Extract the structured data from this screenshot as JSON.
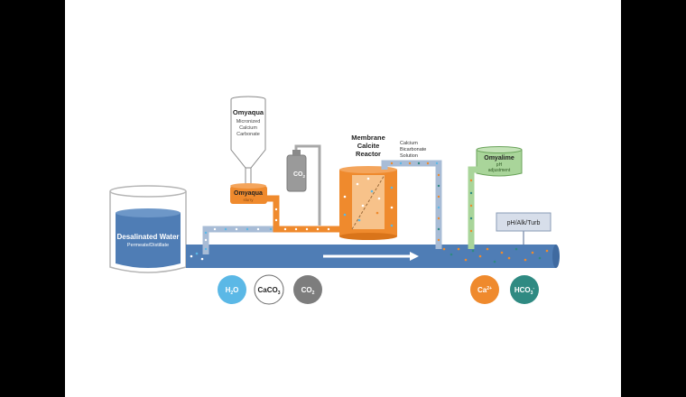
{
  "tank": {
    "title": "Desalinated Water",
    "subtitle": "Permeate/Distillate"
  },
  "silo": {
    "title": "Omyaqua",
    "desc": [
      "Micronized",
      "Calcium",
      "Carbonate"
    ]
  },
  "mixer": {
    "title": "Omyaqua",
    "subtitle": "slurry"
  },
  "co2_cylinder": {
    "label_main": "CO",
    "label_sub": "2"
  },
  "reactor": {
    "title": [
      "Membrane",
      "Calcite",
      "Reactor"
    ]
  },
  "solution": {
    "label": [
      "Calcium",
      "Bicarbonate",
      "Solution"
    ]
  },
  "omyalime": {
    "title": "Omyalime",
    "desc": [
      "pH",
      "adjustment"
    ]
  },
  "analyzer": {
    "label": "pH/Alk/Turb"
  },
  "legend": [
    {
      "main": "H",
      "sub": "2",
      "tail": "O",
      "sup": "",
      "color": "#5bb8e6",
      "text_color": "#ffffff"
    },
    {
      "main": "CaCO",
      "sub": "3",
      "tail": "",
      "sup": "",
      "color": "#ffffff",
      "text_color": "#222222"
    },
    {
      "main": "CO",
      "sub": "2",
      "tail": "",
      "sup": "",
      "color": "#7d7d7d",
      "text_color": "#ffffff"
    },
    {
      "main": "Ca",
      "sub": "",
      "tail": "",
      "sup": "2+",
      "color": "#ef8a2d",
      "text_color": "#ffffff"
    },
    {
      "main": "HCO",
      "sub": "3",
      "tail": "",
      "sup": "-",
      "color": "#2f8a82",
      "text_color": "#ffffff"
    }
  ],
  "colors": {
    "pipe": "#4f7db5",
    "orange": "#ef8a2d",
    "blue_pipe": "#a8bcd6",
    "green": "#a9d59a",
    "cylinder": "#9a9a9a"
  }
}
